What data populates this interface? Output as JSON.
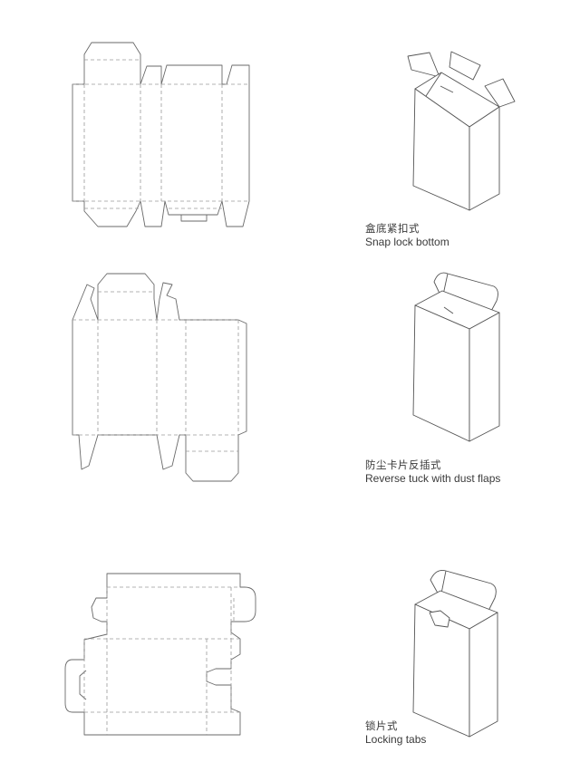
{
  "diagrams": [
    {
      "label_zh": "盒底紧扣式",
      "label_en": "Snap lock bottom"
    },
    {
      "label_zh": "防尘卡片反插式",
      "label_en": "Reverse tuck with dust flaps"
    },
    {
      "label_zh": "锁片式",
      "label_en": "Locking tabs"
    }
  ]
}
